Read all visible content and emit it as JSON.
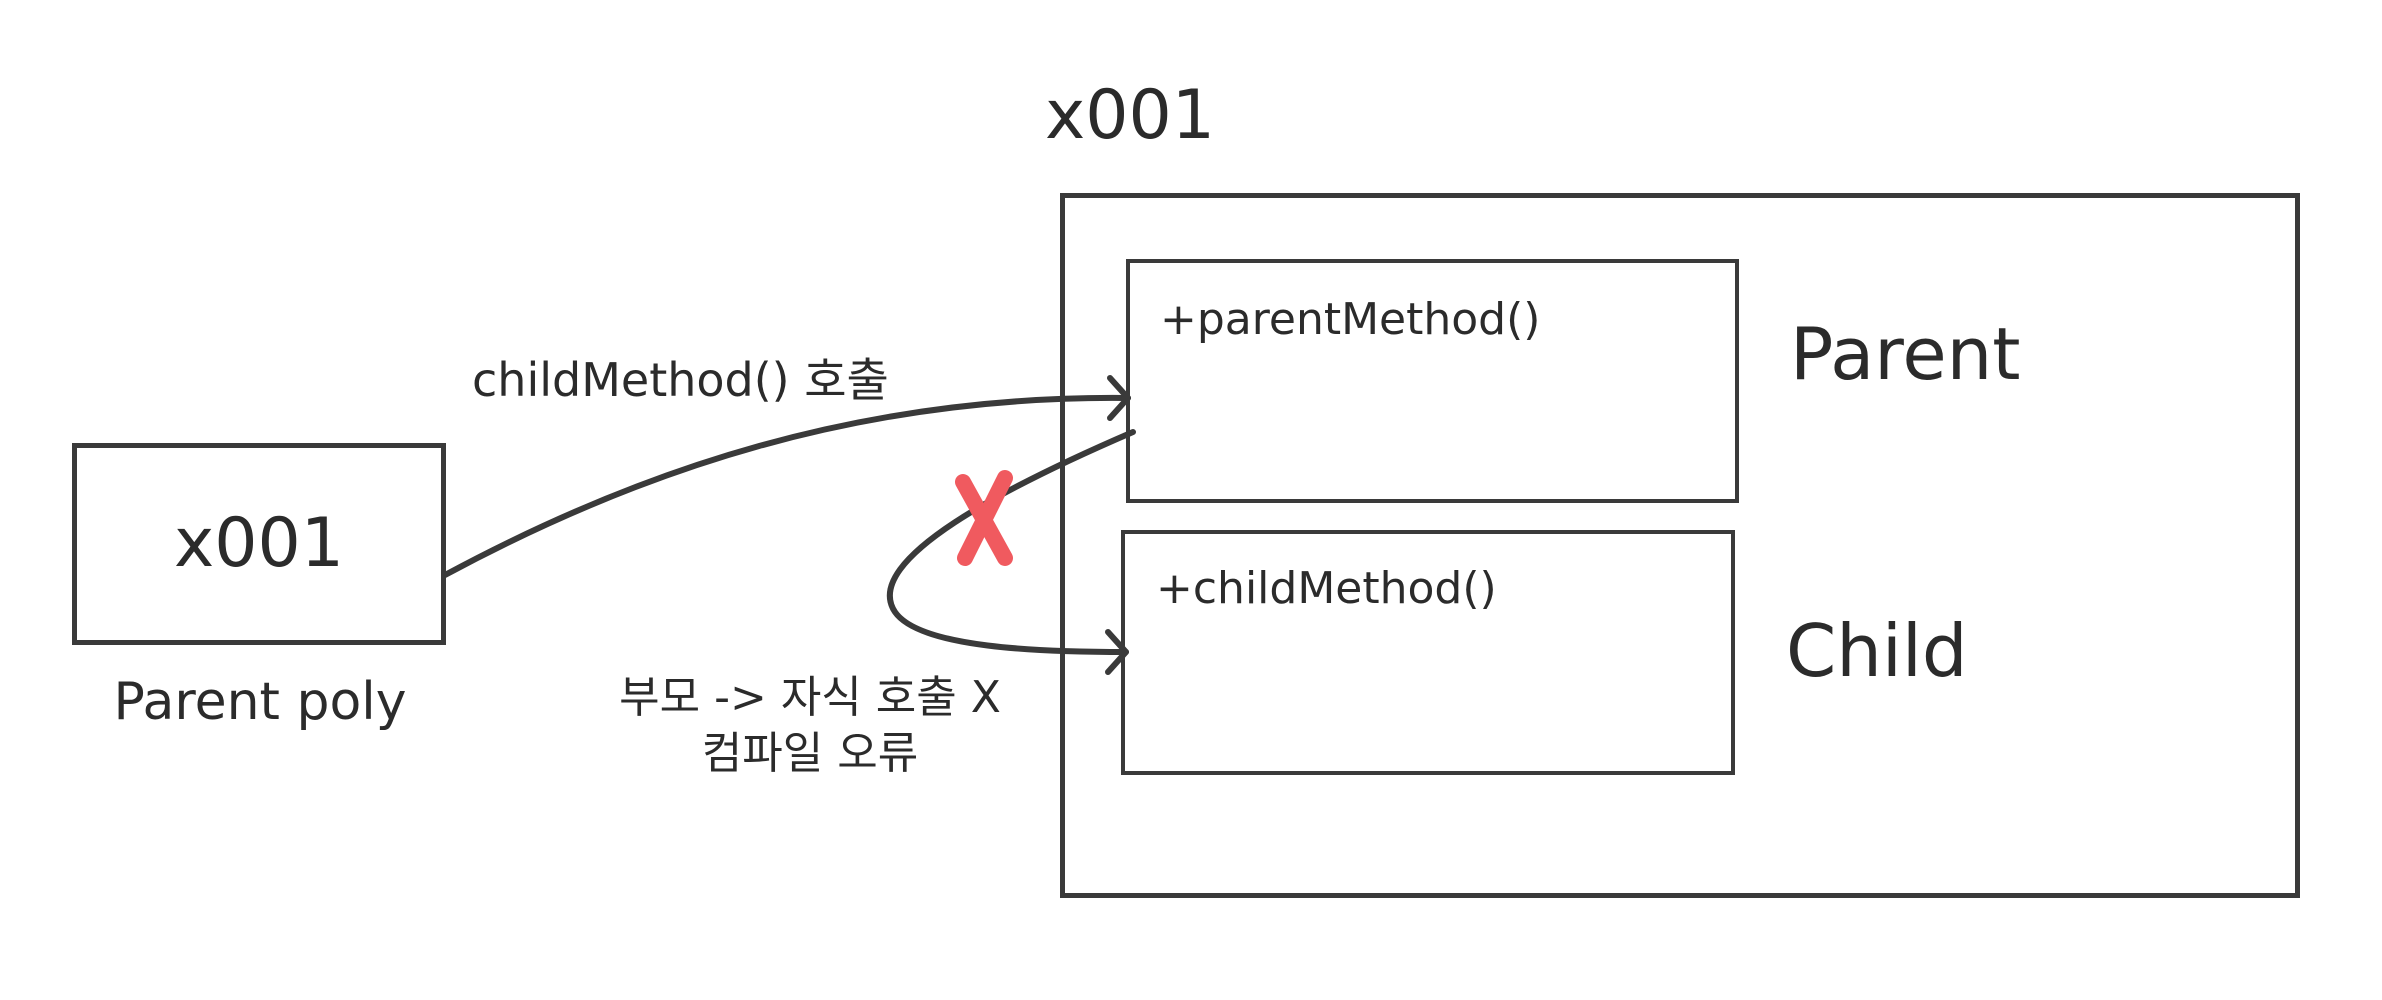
{
  "colors": {
    "stroke": "#3a3a3a",
    "text": "#2b2b2b",
    "error_mark": "#f05a5f"
  },
  "reference_box": {
    "value": "x001",
    "caption": "Parent poly"
  },
  "instance": {
    "address": "x001",
    "parent_section": {
      "method": "+parentMethod()",
      "class_name": "Parent"
    },
    "child_section": {
      "method": "+childMethod()",
      "class_name": "Child"
    }
  },
  "arrows": {
    "call_label": "childMethod() 호출",
    "error_line1": "부모 -> 자식 호출 X",
    "error_line2": "컴파일 오류",
    "error_mark": "X"
  }
}
